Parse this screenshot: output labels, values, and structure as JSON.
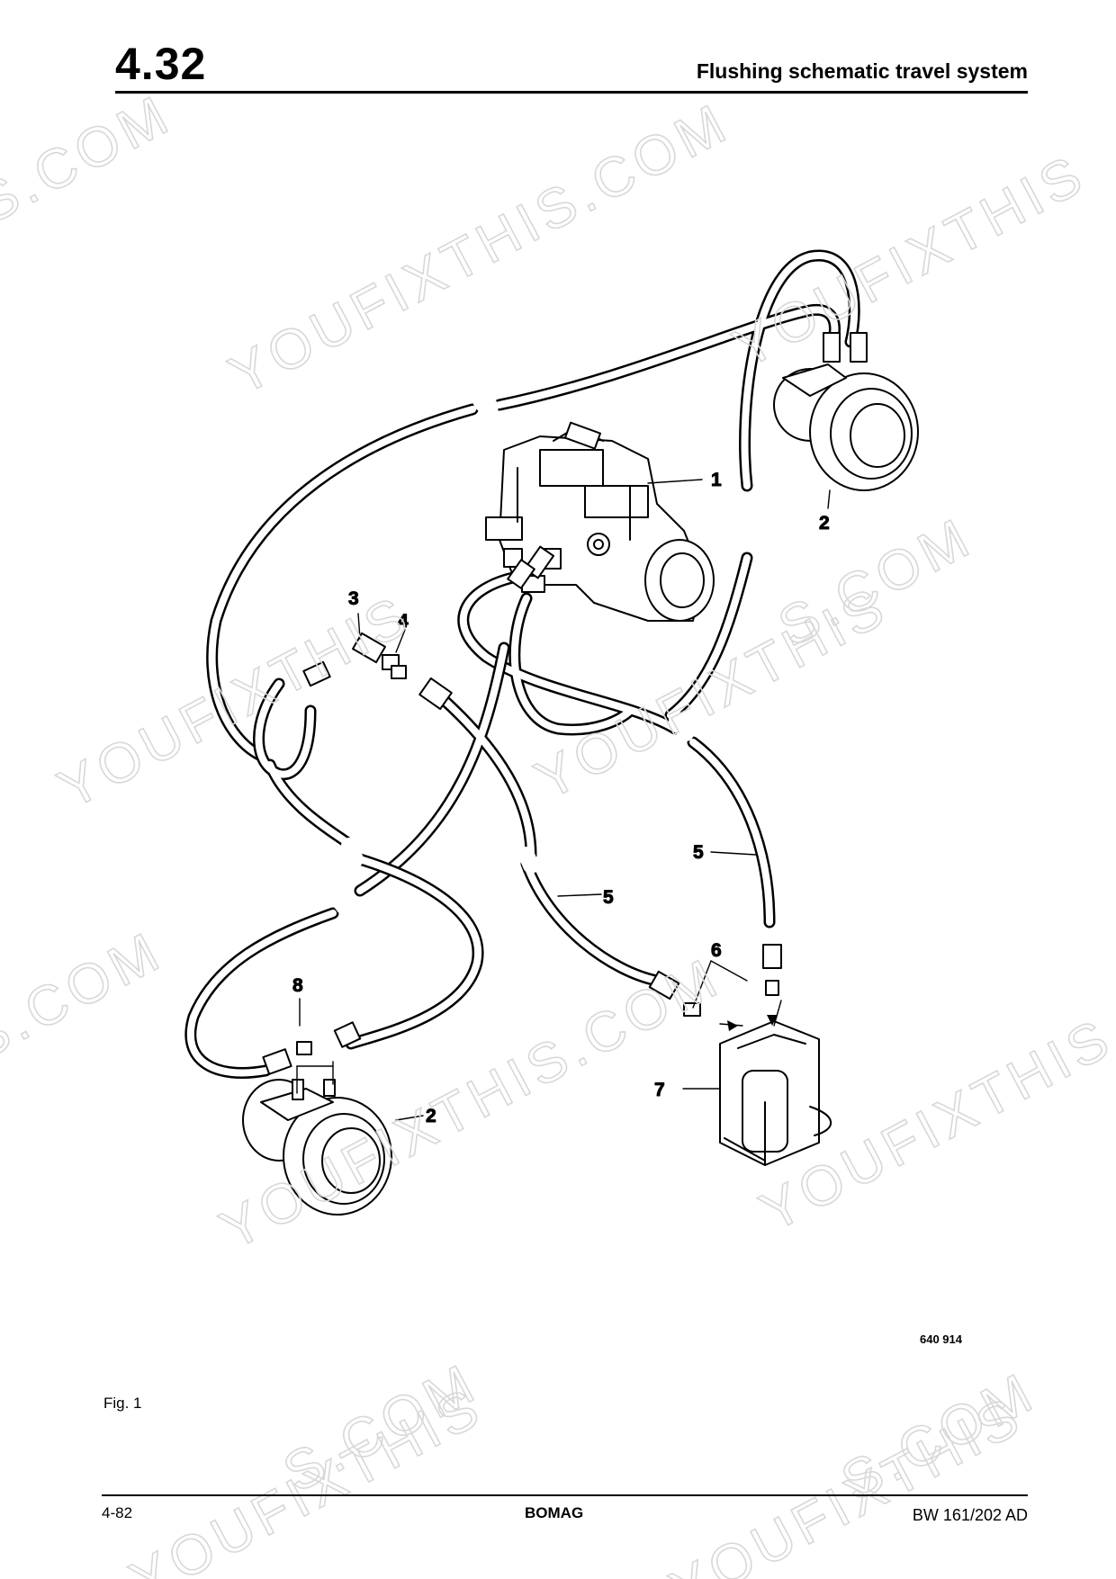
{
  "header": {
    "section_number": "4.32",
    "title": "Flushing schematic travel system"
  },
  "figure": {
    "callouts": [
      "1",
      "2",
      "2",
      "3",
      "4",
      "5",
      "5",
      "6",
      "7",
      "8"
    ],
    "drawing_number": "640 914",
    "caption": "Fig. 1"
  },
  "watermark": {
    "text_a": "YOUFIXTHIS",
    "text_b": "S.COM",
    "text_c": "YOUFIXTHIS.COM"
  },
  "footer": {
    "page": "4-82",
    "brand": "BOMAG",
    "model": "BW 161/202 AD"
  }
}
